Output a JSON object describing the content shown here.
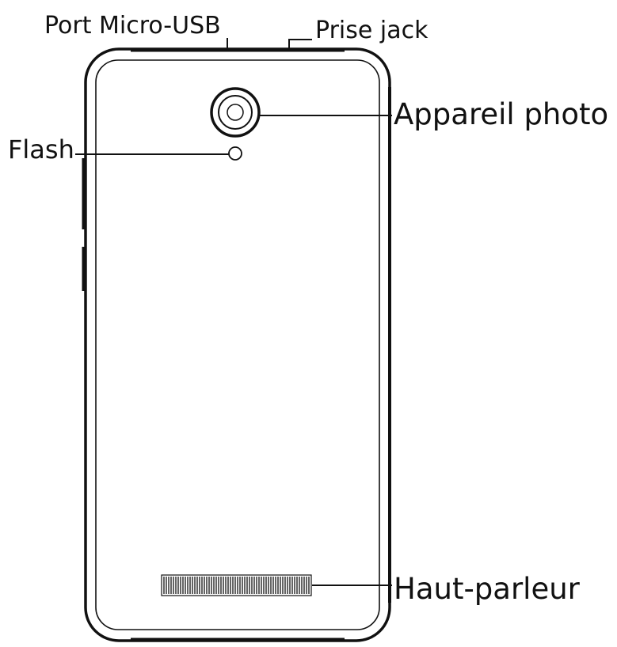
{
  "labels": {
    "micro_usb": "Port Micro-USB",
    "jack": "Prise jack",
    "camera": "Appareil photo",
    "flash": "Flash",
    "speaker": "Haut-parleur"
  },
  "colors": {
    "line": "#111111",
    "background": "#ffffff"
  }
}
